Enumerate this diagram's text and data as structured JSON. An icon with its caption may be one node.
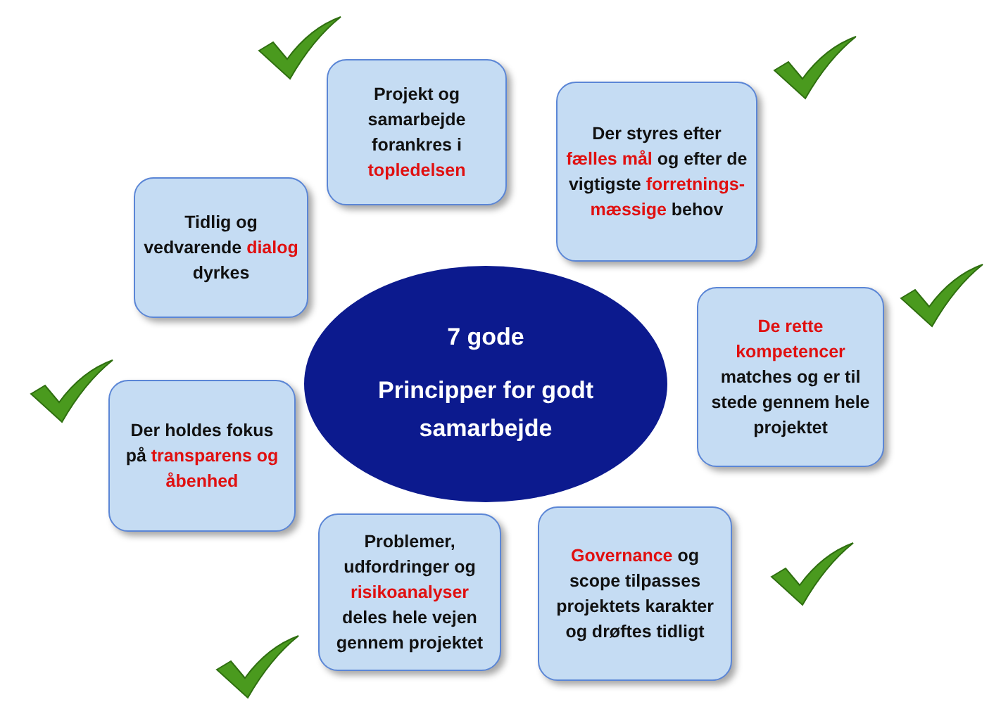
{
  "diagram": {
    "nodes": [
      {
        "text": [
          "7 gode",
          "Principper for godt samarbejde"
        ]
      },
      {
        "text": [
          "Projekt og samarbejde forankres i **topledelsen**"
        ]
      },
      {
        "text": [
          "Der styres efter **fælles mål** og efter de vigtigste **forretnings-mæssige** behov"
        ]
      },
      {
        "text": [
          "Tidlig og vedvarende **dialog** dyrkes"
        ]
      },
      {
        "text": [
          "**De rette kompetencer** matches og er til stede gennem hele projektet"
        ]
      },
      {
        "text": [
          "Der holdes fokus på **transparens og åbenhed**"
        ]
      },
      {
        "text": [
          "**Governance** og scope tilpasses projektets karakter og drøftes tidligt"
        ]
      },
      {
        "text": [
          "Problemer, udfordringer og **risikoanalyser** deles hele vejen gennem projektet"
        ]
      }
    ],
    "edges": []
  }
}
